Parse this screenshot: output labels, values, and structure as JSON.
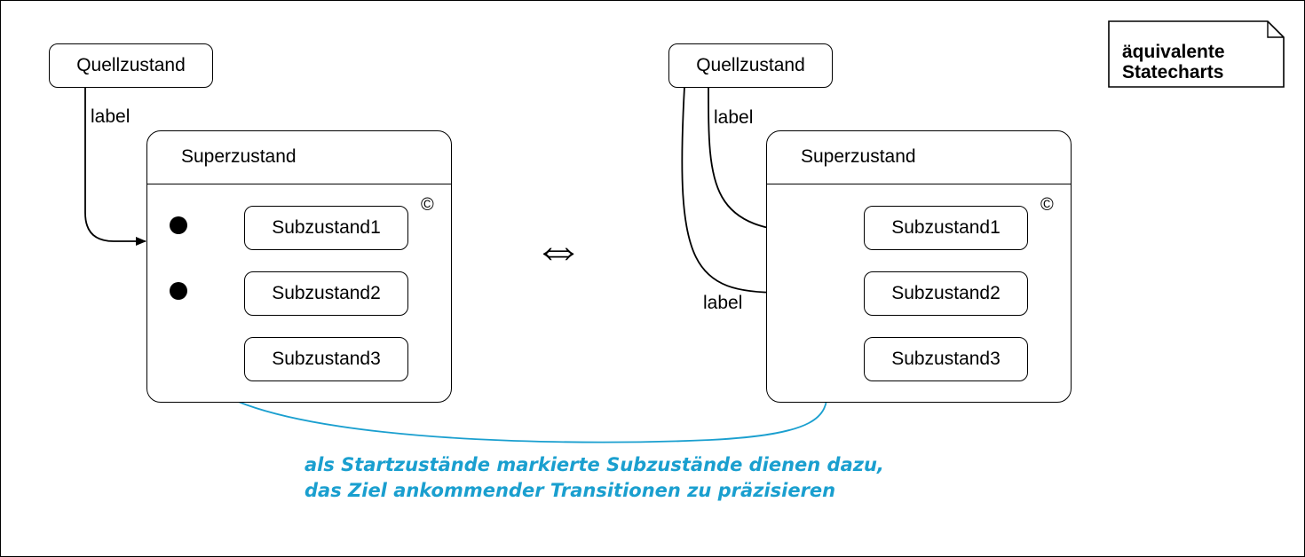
{
  "left": {
    "source": "Quellzustand",
    "transition_label": "label",
    "super": "Superzustand",
    "concurrency_marker": "©",
    "subs": [
      "Subzustand1",
      "Subzustand2",
      "Subzustand3"
    ]
  },
  "right": {
    "source": "Quellzustand",
    "label_upper": "label",
    "label_lower": "label",
    "super": "Superzustand",
    "concurrency_marker": "©",
    "subs": [
      "Subzustand1",
      "Subzustand2",
      "Subzustand3"
    ]
  },
  "equivalence_symbol": "⇔",
  "note": "äquivalente\nStatecharts",
  "comment": {
    "line1": "als Startzustände markierte Subzustände dienen dazu,",
    "line2": "das Ziel ankommender Transitionen zu präzisieren"
  },
  "colors": {
    "comment": "#1a9fcf",
    "line": "#000000"
  }
}
